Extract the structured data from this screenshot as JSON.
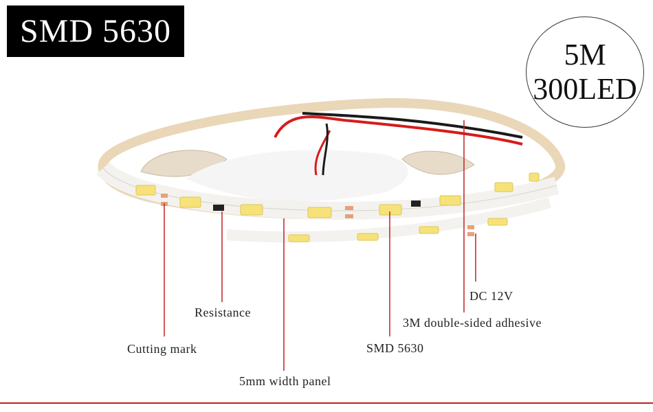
{
  "title": "SMD 5630",
  "badge": {
    "line1": "5M",
    "line2": "300LED"
  },
  "callouts": {
    "dc": "DC 12V",
    "resistance": "Resistance",
    "adhesive": "3M double-sided adhesive",
    "cutting": "Cutting mark",
    "smd": "SMD 5630",
    "width": "5mm width panel"
  },
  "colors": {
    "accent_line": "#c02020",
    "strip_white": "#f4f2ee",
    "backing": "#e9d7b8",
    "led_yellow": "#f7e27a",
    "copper_pad": "#e5a27a",
    "wire_red": "#d61c1c",
    "wire_black": "#1a1a1a"
  }
}
